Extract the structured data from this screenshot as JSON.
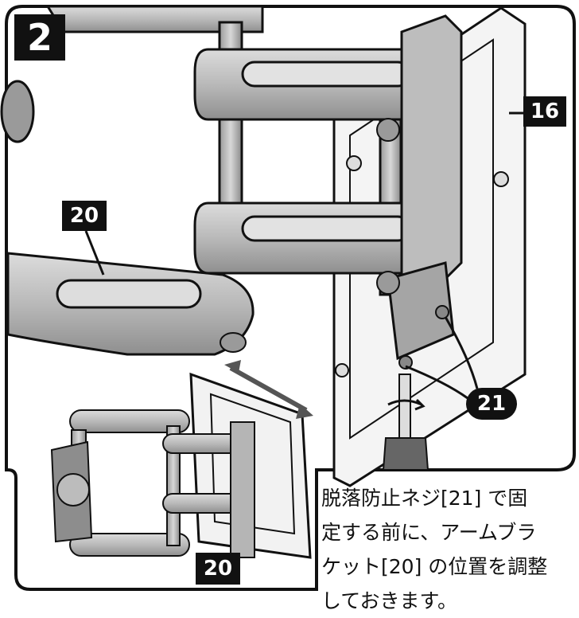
{
  "step": "2",
  "callouts": {
    "part_16": "16",
    "part_20_top": "20",
    "part_20_bottom": "20",
    "part_21": "21"
  },
  "instruction": {
    "lines": [
      "脱落防止ネジ[21] で固",
      "定する前に、アームブラ",
      "ケット[20] の位置を調整",
      "しておきます。"
    ]
  },
  "colors": {
    "ink": "#111111",
    "metal_light": "#cfcfcf",
    "metal_mid": "#a9a9a9",
    "metal_dark": "#7a7a7a",
    "paper": "#ffffff"
  }
}
